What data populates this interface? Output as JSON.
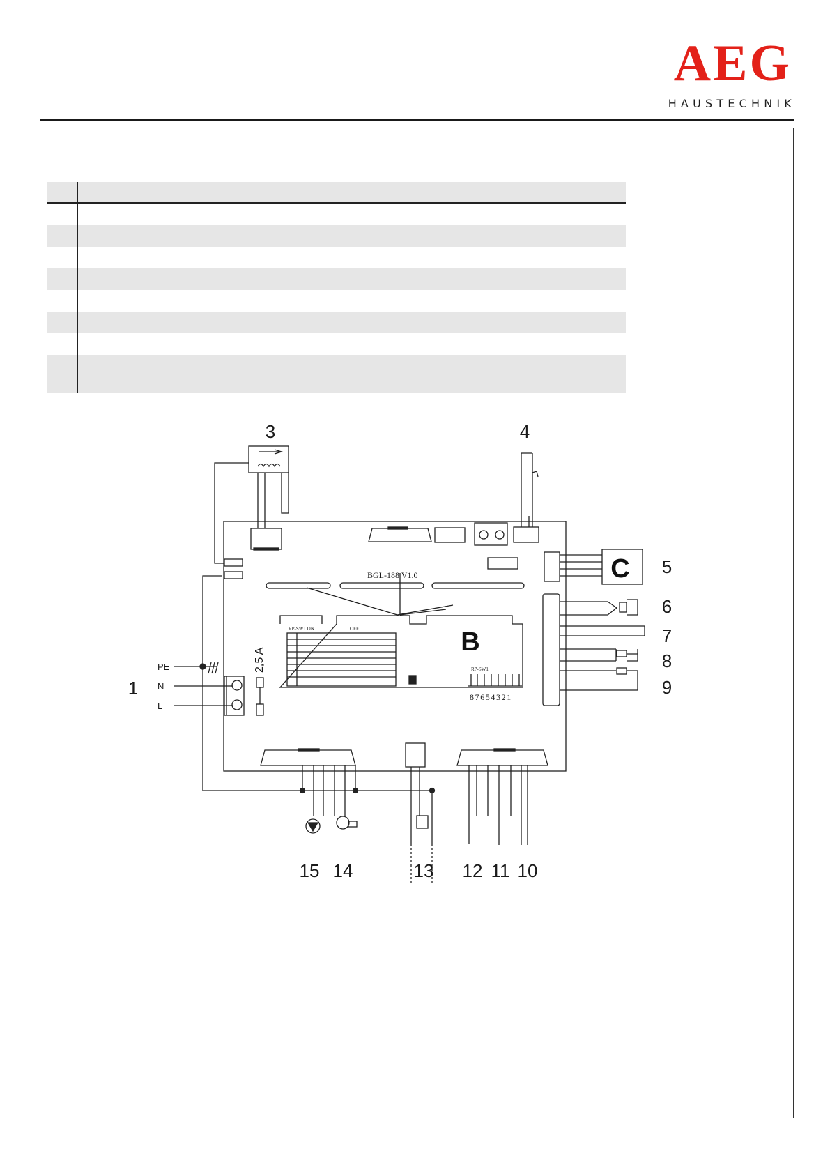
{
  "brand": {
    "name": "AEG",
    "tagline": "HAUSTECHNIK",
    "color": "#e32119"
  },
  "parts_table": {
    "columns": [
      "",
      "",
      ""
    ],
    "rows": [
      [
        "",
        "",
        ""
      ],
      [
        "",
        "",
        ""
      ],
      [
        "",
        "",
        ""
      ],
      [
        "",
        "",
        ""
      ],
      [
        "",
        "",
        ""
      ],
      [
        "",
        "",
        ""
      ],
      [
        "",
        "",
        ""
      ],
      [
        "",
        "",
        ""
      ]
    ]
  },
  "diagram": {
    "board_label": "BGL-188 V1.0",
    "board_letter": "B",
    "module_letter": "C",
    "fuse_rating": "2,5 A",
    "dip_on_label": "RP-SW1 ON",
    "dip_off_label": "OFF",
    "dip_switch_label": "RP-SW1",
    "dip_switch_numbers": "87654321",
    "mains_terminals": [
      "PE",
      "N",
      "L"
    ],
    "callouts": [
      {
        "id": "1",
        "text": "1"
      },
      {
        "id": "3",
        "text": "3"
      },
      {
        "id": "4",
        "text": "4"
      },
      {
        "id": "5",
        "text": "5"
      },
      {
        "id": "6",
        "text": "6"
      },
      {
        "id": "7",
        "text": "7"
      },
      {
        "id": "8",
        "text": "8"
      },
      {
        "id": "9",
        "text": "9"
      },
      {
        "id": "10",
        "text": "10"
      },
      {
        "id": "11",
        "text": "11"
      },
      {
        "id": "12",
        "text": "12"
      },
      {
        "id": "13",
        "text": "13"
      },
      {
        "id": "14",
        "text": "14"
      },
      {
        "id": "15",
        "text": "15"
      }
    ]
  }
}
